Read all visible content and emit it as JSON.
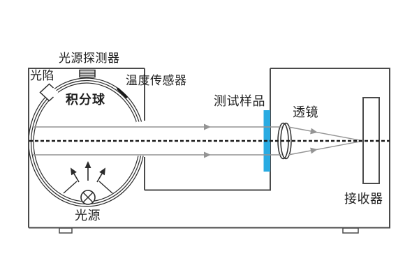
{
  "labels": {
    "light_source_detector": "光源探测器",
    "light_trap": "光陷",
    "temperature_sensor": "温度传感器",
    "integrating_sphere": "积分球",
    "test_sample": "测试样品",
    "lens": "透镜",
    "receiver": "接收器",
    "light_source": "光源"
  },
  "colors": {
    "outline": "#4a4a4a",
    "dark": "#2b2b2b",
    "ray": "#949494",
    "axis": "#1a1a1a",
    "sample_blue": "#29ABE2",
    "white": "#ffffff",
    "text": "#1f1f1f"
  }
}
